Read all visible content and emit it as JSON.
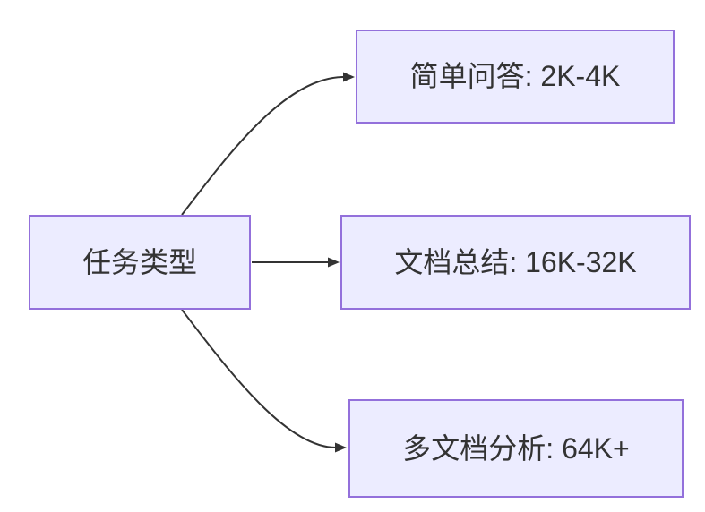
{
  "diagram": {
    "type": "flowchart",
    "direction": "left-to-right",
    "colors": {
      "canvas_bg": "#ffffff",
      "node_fill": "#ECECFF",
      "node_border": "#9370DB",
      "edge_color": "#333333",
      "text_color": "#333333"
    },
    "root": {
      "label": "任务类型"
    },
    "branches": [
      {
        "label": "简单问答: 2K-4K"
      },
      {
        "label": "文档总结: 16K-32K"
      },
      {
        "label": "多文档分析: 64K+"
      }
    ],
    "edges": [
      {
        "from": "任务类型",
        "to": "简单问答: 2K-4K",
        "arrow": "solid-arrowhead"
      },
      {
        "from": "任务类型",
        "to": "文档总结: 16K-32K",
        "arrow": "solid-arrowhead"
      },
      {
        "from": "任务类型",
        "to": "多文档分析: 64K+",
        "arrow": "solid-arrowhead"
      }
    ]
  }
}
